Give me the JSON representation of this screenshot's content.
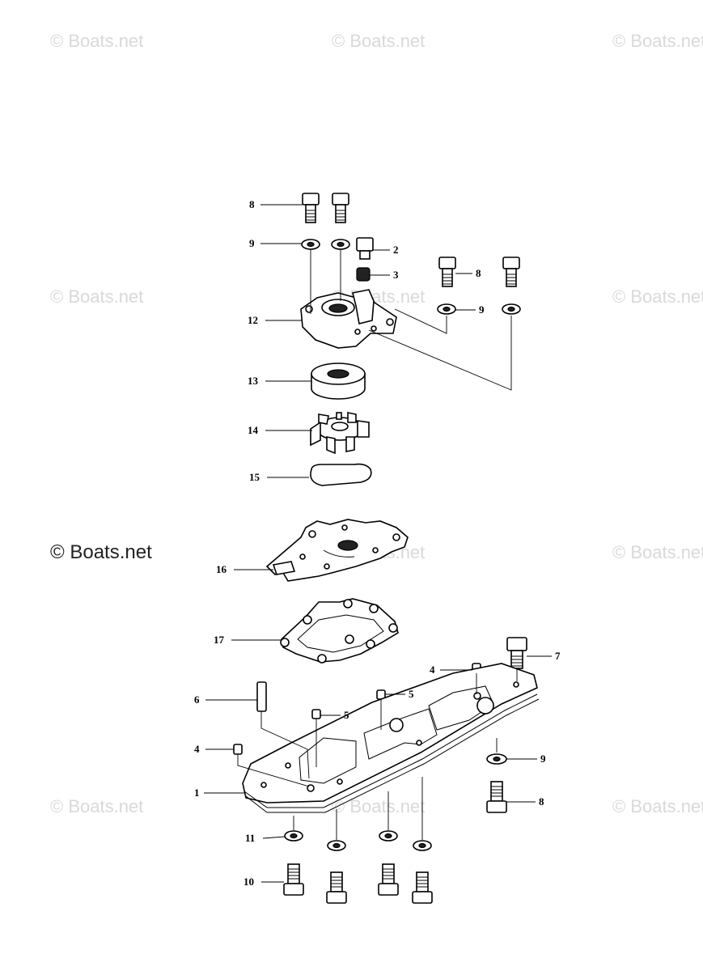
{
  "watermark": {
    "text": "© Boats.net",
    "prominent_text": "© Boats.net"
  },
  "callouts": [
    {
      "id": "c8a",
      "label": "8"
    },
    {
      "id": "c9a",
      "label": "9"
    },
    {
      "id": "c2",
      "label": "2"
    },
    {
      "id": "c3",
      "label": "3"
    },
    {
      "id": "c8b",
      "label": "8"
    },
    {
      "id": "c9b",
      "label": "9"
    },
    {
      "id": "c12",
      "label": "12"
    },
    {
      "id": "c13",
      "label": "13"
    },
    {
      "id": "c14",
      "label": "14"
    },
    {
      "id": "c15",
      "label": "15"
    },
    {
      "id": "c16",
      "label": "16"
    },
    {
      "id": "c17",
      "label": "17"
    },
    {
      "id": "c7",
      "label": "7"
    },
    {
      "id": "c4a",
      "label": "4"
    },
    {
      "id": "c5a",
      "label": "5"
    },
    {
      "id": "c6",
      "label": "6"
    },
    {
      "id": "c5b",
      "label": "5"
    },
    {
      "id": "c4b",
      "label": "4"
    },
    {
      "id": "c9c",
      "label": "9"
    },
    {
      "id": "c1",
      "label": "1"
    },
    {
      "id": "c8c",
      "label": "8"
    },
    {
      "id": "c11",
      "label": "11"
    },
    {
      "id": "c10",
      "label": "10"
    }
  ]
}
